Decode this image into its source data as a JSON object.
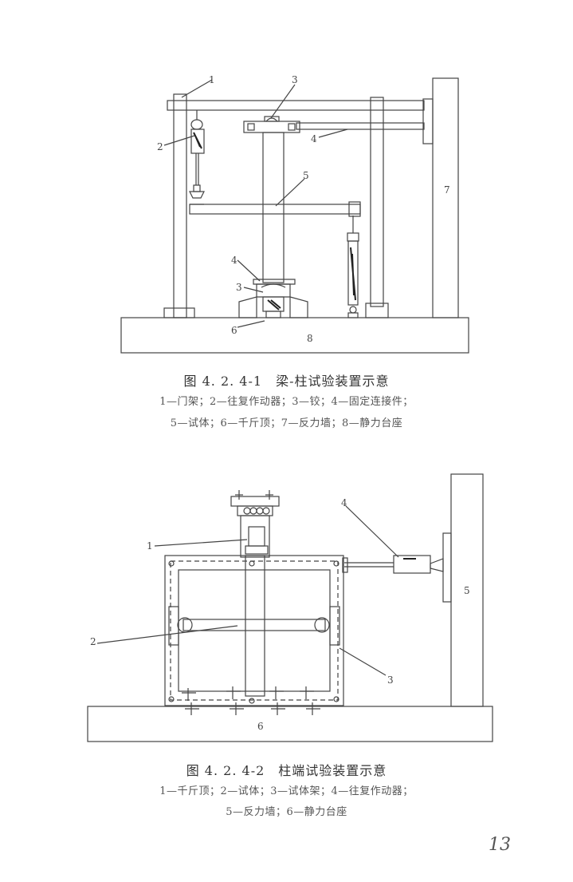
{
  "figure1": {
    "callouts": [
      "1",
      "2",
      "3",
      "4",
      "5",
      "7",
      "4",
      "3",
      "6",
      "8"
    ],
    "title": "图 4. 2. 4-1　梁-柱试验装置示意",
    "legend_line1": "1—门架；2—往复作动器；3—铰；4—固定连接件；",
    "legend_line2": "5—试体；6—千斤顶；7—反力墙；8—静力台座"
  },
  "figure2": {
    "callouts": [
      "1",
      "4",
      "5",
      "2",
      "3",
      "6"
    ],
    "title": "图 4. 2. 4-2　柱端试验装置示意",
    "legend_line1": "1—千斤顶；2—试体；3—试体架；4—往复作动器；",
    "legend_line2": "5—反力墙；6—静力台座"
  },
  "page_number": "13"
}
